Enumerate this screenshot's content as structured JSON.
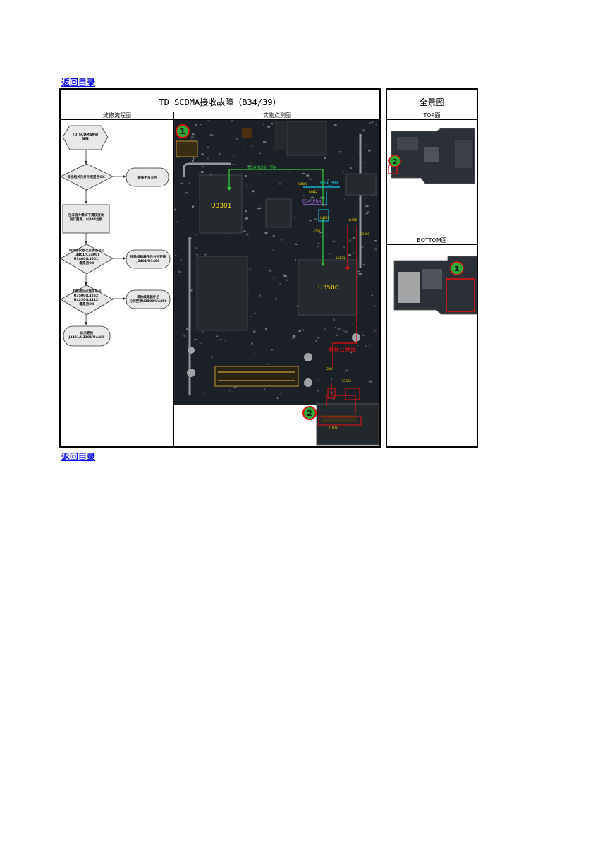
{
  "nav": {
    "back_top": "返回目录",
    "back_bottom": "返回目录"
  },
  "main_panel": {
    "title": "TD_SCDMA接收故障（B34/39）",
    "col_flow": "维修流程图",
    "col_photo": "实物点测图"
  },
  "side_panel": {
    "title": "全景图",
    "top_label": "TOP面",
    "bottom_label": "BOTTOM面"
  },
  "flow": {
    "start": "TD_SCDMA接收\n故障",
    "q1": "目检相关元件外观是否OK",
    "a1": "更换不良元件",
    "step1": "在非信令模式下调较接收\n进行量测，以B34为例",
    "q2": "用频谱仪依次点测信号位\nJ3401(C3400)\nU3400(L3501)\n看是否OK",
    "a2": "排除线路器件后分别更换\nJ3401/U3400",
    "q3": "用频谱仪点测信号位\nU3500(L4252)\nU4250(L4412)\n看是否OK",
    "a3": "排除线路器件后\n分别更换U3500/U4250",
    "end": "依次更换\nJ3401/U3301/U4400"
  },
  "photo_labels": {
    "marker1": "1",
    "marker2": "2",
    "chip1": "U3301",
    "chip2": "U3500",
    "path_green": "B34/B39_PRX",
    "path_cyan": "B39_PRX",
    "path_purple": "B34_PRX",
    "ant": "射频公共线",
    "c4400": "C4400",
    "l4412": "L4412",
    "u4250": "U4250",
    "l4252": "L4252",
    "c3400": "C3400",
    "u3400": "U3400",
    "l3501": "L3501",
    "j3401": "J3401",
    "c7303": "C7303",
    "j7900": "J7900"
  },
  "overview_labels": {
    "marker1": "1",
    "marker2": "2"
  },
  "colors": {
    "green": "#2fbe3a",
    "red": "#e01010",
    "cyan": "#19c8e6",
    "purple": "#b06cf0",
    "yellow": "#f2d600"
  }
}
